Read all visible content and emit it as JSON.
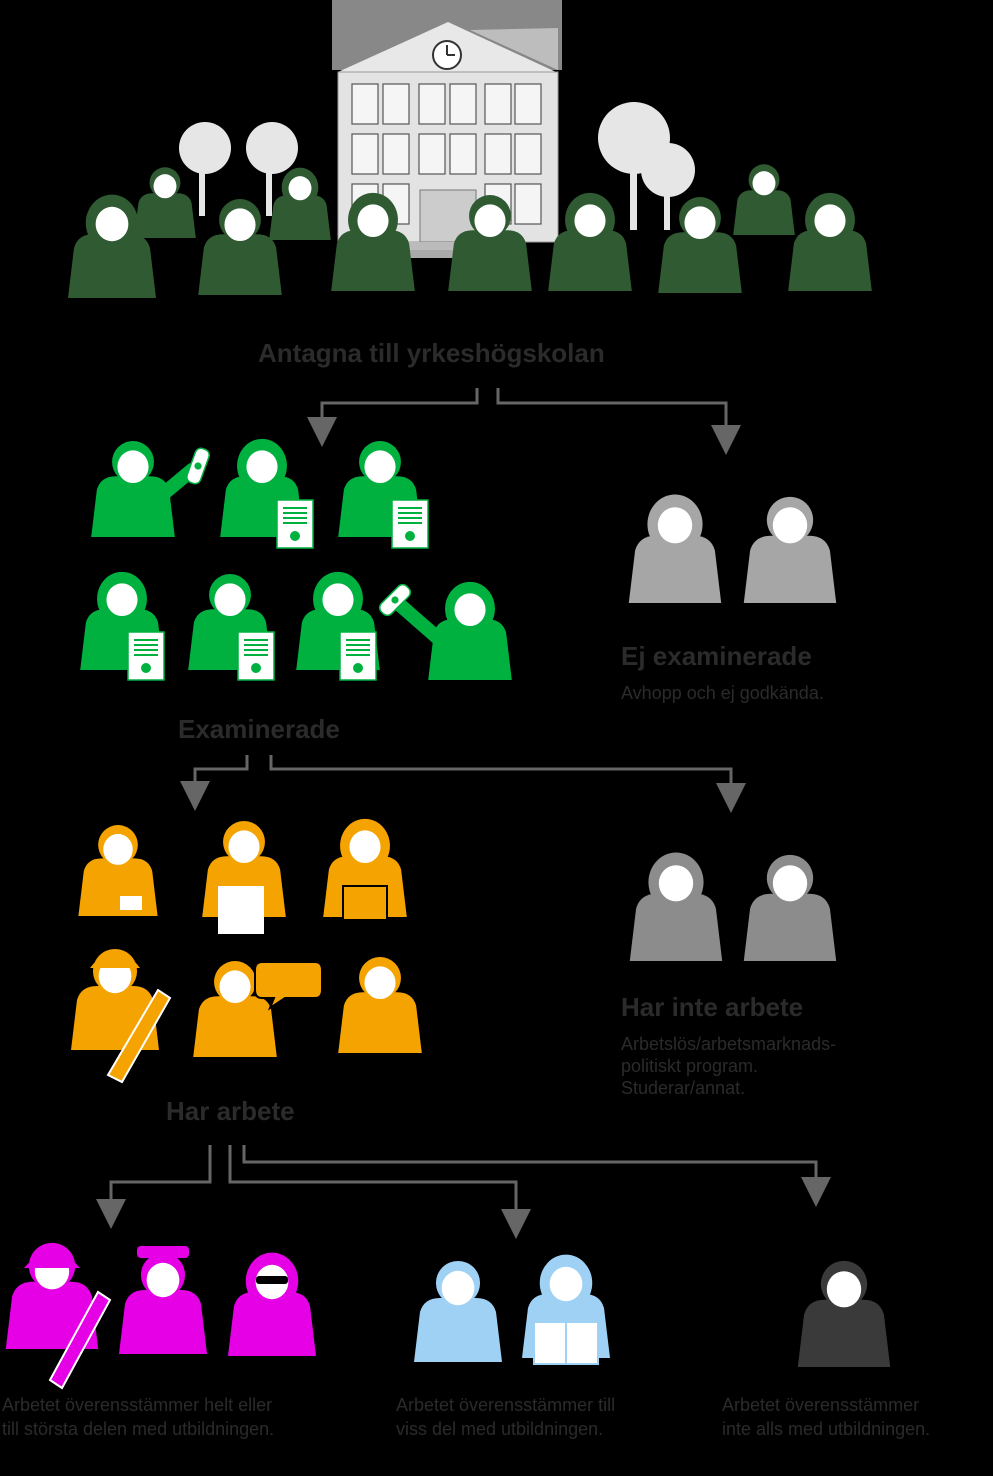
{
  "nodes": {
    "admitted": {
      "label": "Antagna till yrkeshögskolan"
    },
    "graduated": {
      "label": "Examinerade"
    },
    "not_graduated": {
      "label": "Ej examinerade",
      "sublabel": "Avhopp och ej godkända."
    },
    "employed": {
      "label": "Har arbete"
    },
    "not_employed": {
      "label": "Har inte arbete",
      "sublabel_lines": [
        "Arbetslös/arbetsmarknads-",
        "politiskt program.",
        "Studerar/annat."
      ]
    }
  },
  "outcomes": [
    {
      "lines": [
        "Arbetet överensstämmer helt eller",
        "till största delen med utbildningen."
      ]
    },
    {
      "lines": [
        "Arbetet överensstämmer till",
        "viss del med utbildningen."
      ]
    },
    {
      "lines": [
        "Arbetet överensstämmer",
        "inte alls med utbildningen."
      ]
    }
  ],
  "colors": {
    "admitted": "#2f5a32",
    "graduated": "#00b140",
    "not_graduated": "#a6a6a6",
    "employed": "#f5a300",
    "not_employed": "#8c8c8c",
    "outcome_full": "#e600e6",
    "outcome_partial": "#9fd1f5",
    "outcome_none": "#3a3a3a",
    "connector": "#666666",
    "building": "#dcdcdc",
    "tree": "#e6e6e6"
  },
  "icons": {
    "building": "school-building-icon",
    "tree": "tree-icon",
    "person": "person-icon",
    "diploma": "diploma-scroll-icon",
    "certificate": "certificate-icon",
    "hardhat": "hardhat-icon",
    "headset": "headset-icon",
    "speech": "speech-bubble-icon",
    "book": "book-icon"
  }
}
